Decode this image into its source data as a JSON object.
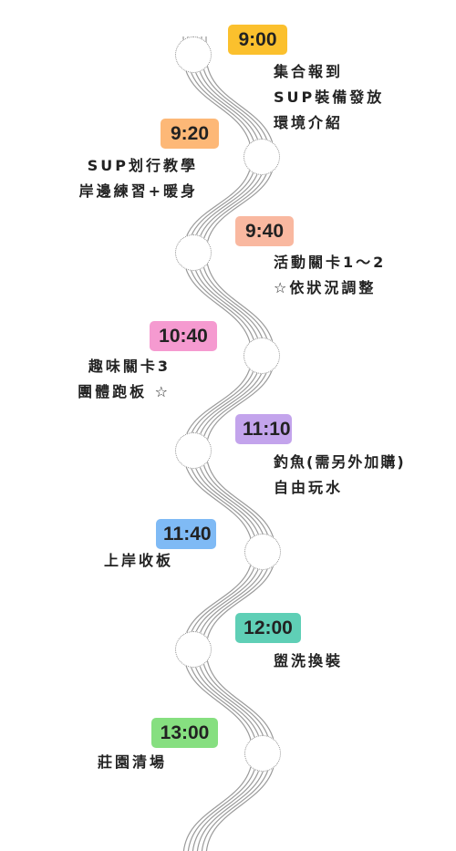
{
  "colors": {
    "yellow": "#fbc02d",
    "orange": "#fdb877",
    "salmon": "#f9b8a0",
    "pink": "#f59ad0",
    "purple": "#c3a4ec",
    "blue": "#7fbaf5",
    "teal": "#5fcfb6",
    "green": "#86df80",
    "road": "#9a9a9a"
  },
  "schedule": [
    {
      "time": "9:00",
      "color": "#fbc02d",
      "lines": [
        "集合報到",
        "SUP裝備發放",
        "環境介紹"
      ]
    },
    {
      "time": "9:20",
      "color": "#fdb877",
      "lines": [
        "SUP划行教學",
        "岸邊練習+暖身"
      ]
    },
    {
      "time": "9:40",
      "color": "#f9b8a0",
      "lines": [
        "活動關卡1～2",
        "☆依狀況調整"
      ]
    },
    {
      "time": "10:40",
      "color": "#f59ad0",
      "lines": [
        "趣味關卡3",
        "團體跑板 ☆"
      ]
    },
    {
      "time": "11:10",
      "color": "#c3a4ec",
      "lines": [
        "釣魚(需另外加購)",
        "自由玩水"
      ]
    },
    {
      "time": "11:40",
      "color": "#7fbaf5",
      "lines": [
        "上岸收板"
      ]
    },
    {
      "time": "12:00",
      "color": "#5fcfb6",
      "lines": [
        "盥洗換裝"
      ]
    },
    {
      "time": "13:00",
      "color": "#86df80",
      "lines": [
        "莊園清場"
      ]
    }
  ]
}
